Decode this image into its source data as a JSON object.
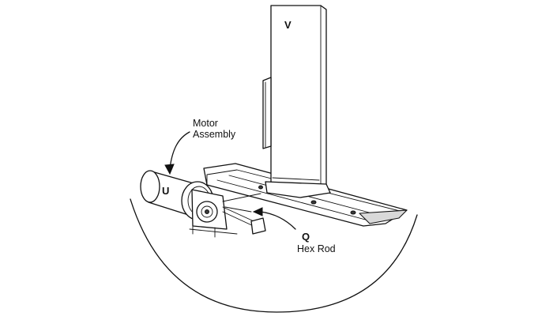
{
  "labels": {
    "column": "V",
    "motor": "U",
    "hex_rod_letter": "Q",
    "motor_callout_line1": "Motor",
    "motor_callout_line2": "Assembly",
    "hex_rod_name": "Hex Rod"
  }
}
